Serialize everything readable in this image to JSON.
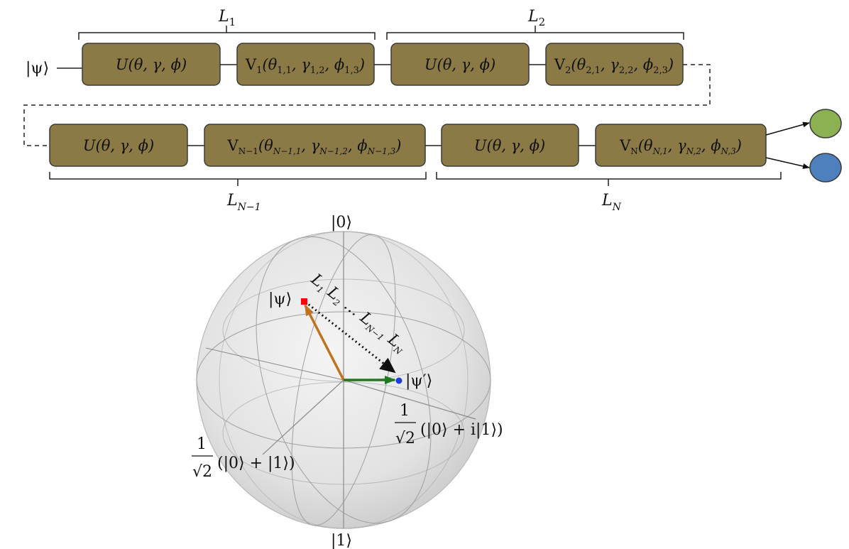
{
  "colors": {
    "gate_fill": "#8b7a45",
    "gate_stroke": "#3a3a3a",
    "output_green": "#8bb152",
    "output_blue": "#4f80be",
    "vec_initial": "#c0721e",
    "vec_final": "#1f7a1f",
    "point_initial": "#ff0000",
    "point_final": "#1f3ddb"
  },
  "circuit": {
    "input_label": "|ψ⟩",
    "layers": [
      {
        "label": "L₁",
        "gates": [
          "U(θ, γ, ϕ)",
          "V₁(θ₁,₁, γ₁,₂, ϕ₁,₃)"
        ]
      },
      {
        "label": "L₂",
        "gates": [
          "U(θ, γ, ϕ)",
          "V₂(θ₂,₁, γ₂,₂, ϕ₂,₃)"
        ]
      },
      {
        "label": "L_{N−1}",
        "gates": [
          "U(θ, γ, ϕ)",
          "V_{N−1}(θ_{N−1,1}, γ_{N−1,2}, ϕ_{N−1,3})"
        ]
      },
      {
        "label": "L_N",
        "gates": [
          "U(θ, γ, ϕ)",
          "V_N(θ_{N,1}, γ_{N,2}, ϕ_{N,3})"
        ]
      }
    ],
    "outputs": [
      "green",
      "blue"
    ]
  },
  "bloch": {
    "top_label": "|0⟩",
    "bottom_label": "|1⟩",
    "psi_label": "|ψ⟩",
    "psi_prime_label": "|ψ′⟩",
    "path_label": "L₁ L₂ … L_{N−1} L_N",
    "x_axis_label": "(|0⟩ + |1⟩)",
    "y_axis_label": "(|0⟩ + i|1⟩)",
    "frac_num": "1",
    "frac_den": "√2"
  }
}
